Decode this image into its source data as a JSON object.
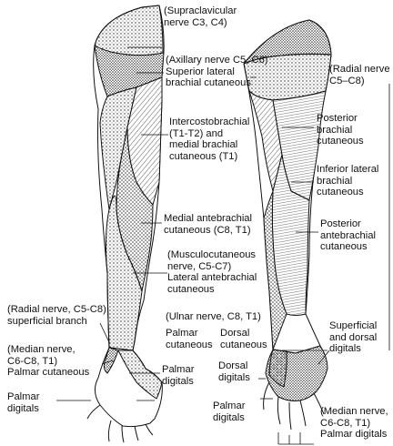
{
  "labels": {
    "supraclavicular": "(Supraclavicular\nnerve C3, C4)",
    "axillary": "(Axillary nerve C5, C6)\nSuperior lateral\nbrachial cutaneous",
    "radial_nerve_right": "(Radial nerve\nC5–C8)",
    "intercostobrachial": "Intercostobrachial\n(T1-T2) and\nmedial brachial\ncutaneous (T1)",
    "posterior_brachial": "Posterior\nbrachial\ncutaneous",
    "inferior_lateral": "Inferior lateral\nbrachial\ncutaneous",
    "medial_antebrachial": "Medial antebrachial\ncutaneous (C8, T1)",
    "posterior_antebrachial": "Posterior\nantebrachial\ncutaneous",
    "musculocutaneous": "(Musculocutaneous\nnerve, C5-C7)\nLateral antebrachial\ncutaneous",
    "radial_superficial": "(Radial nerve, C5-C8)\nsuperficial branch",
    "ulnar": "(Ulnar nerve, C8, T1)",
    "palmar_cutaneous_ulnar": "Palmar\ncutaneous",
    "dorsal_cutaneous": "Dorsal\ncutaneous",
    "superficial_dorsal": "Superficial\nand dorsal\ndigitals",
    "median_left": "(Median nerve,\nC6-C8, T1)\nPalmar cutaneous",
    "palmar_digitals_mid": "Palmar\ndigitals",
    "dorsal_digitals": "Dorsal\ndigitals",
    "palmar_digitals_left": "Palmar\ndigitals",
    "palmar_digitals_right_mid": "Palmar\ndigitals",
    "median_right": "(Median nerve,\nC6-C8, T1)\nPalmar digitals"
  }
}
